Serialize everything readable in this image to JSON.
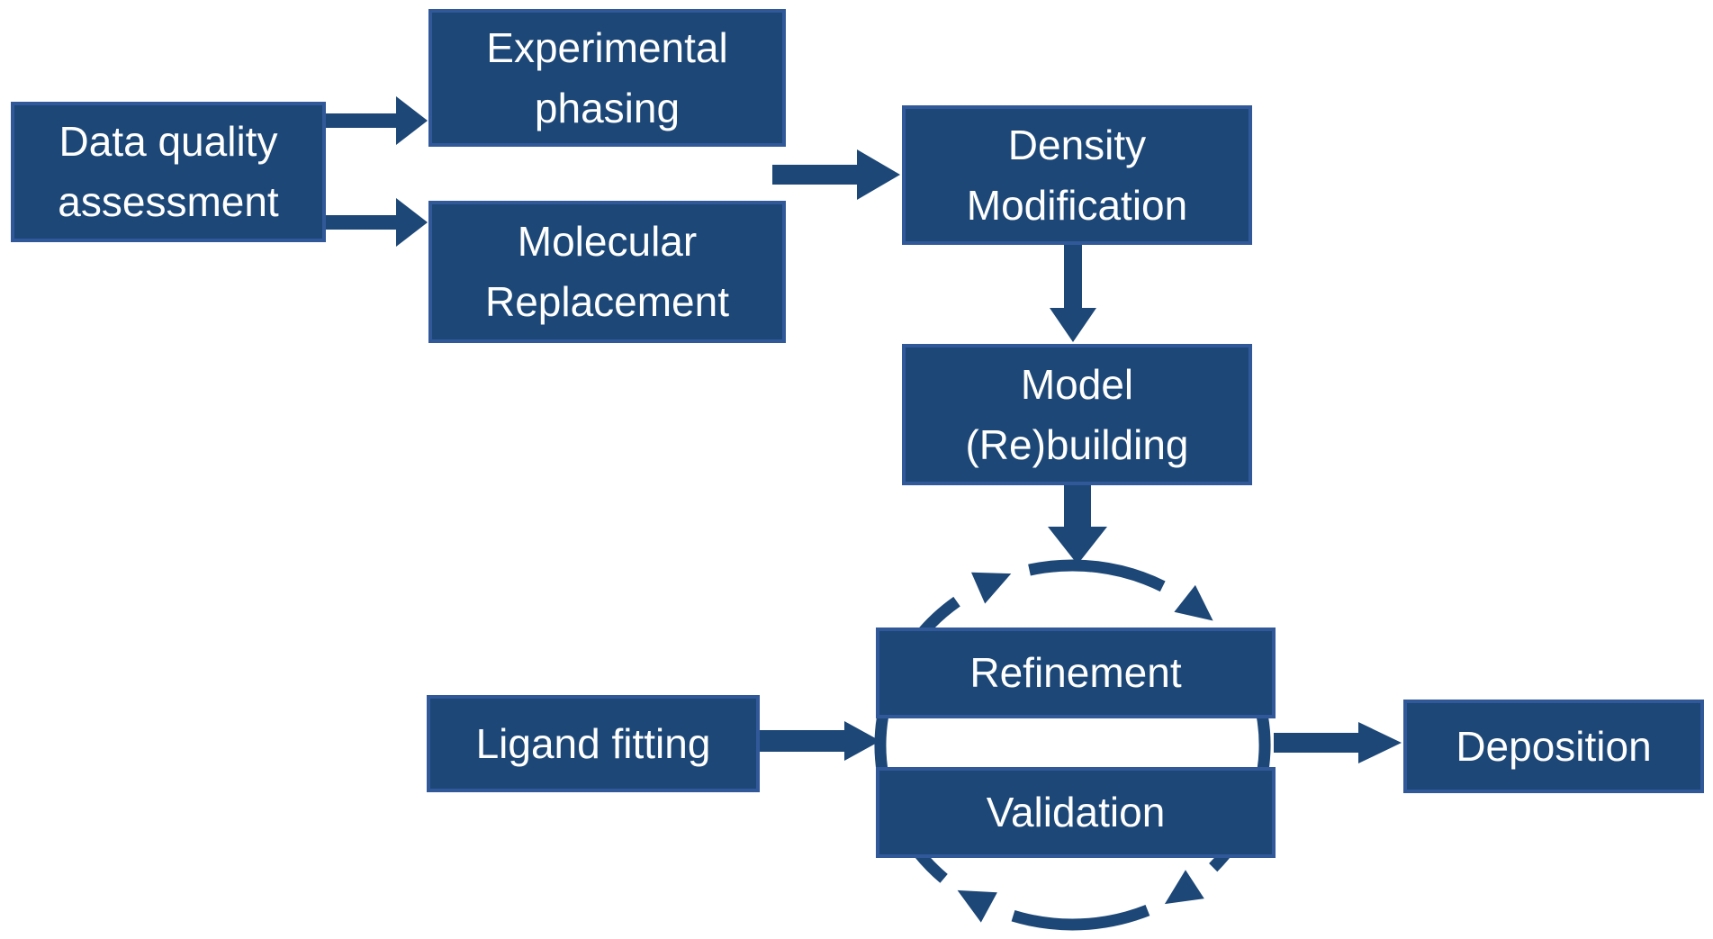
{
  "diagram": {
    "background": "#ffffff",
    "node_fill": "#1c4777",
    "node_border": "#31599a",
    "arrow_color": "#1c4777",
    "text_color": "#ffffff",
    "nodes": {
      "data_quality": {
        "label": "Data quality\nassessment"
      },
      "experimental_phasing": {
        "label": "Experimental\nphasing"
      },
      "molecular_replacement": {
        "label": "Molecular\nReplacement"
      },
      "density_modification": {
        "label": "Density\nModification"
      },
      "model_rebuilding": {
        "label": "Model\n(Re)building"
      },
      "refinement": {
        "label": "Refinement"
      },
      "validation": {
        "label": "Validation"
      },
      "ligand_fitting": {
        "label": "Ligand fitting"
      },
      "deposition": {
        "label": "Deposition"
      }
    },
    "edges": [
      {
        "from": "data_quality",
        "to": "experimental_phasing"
      },
      {
        "from": "data_quality",
        "to": "molecular_replacement"
      },
      {
        "from": "experimental_phasing / molecular_replacement",
        "to": "density_modification"
      },
      {
        "from": "density_modification",
        "to": "model_rebuilding"
      },
      {
        "from": "model_rebuilding",
        "to": "refinement_validation_cycle"
      },
      {
        "from": "ligand_fitting",
        "to": "refinement_validation_cycle"
      },
      {
        "from": "refinement_validation_cycle",
        "to": "deposition"
      }
    ],
    "cycle": {
      "members": [
        "refinement",
        "validation"
      ],
      "direction": "clockwise",
      "arrowheads": 4
    }
  }
}
